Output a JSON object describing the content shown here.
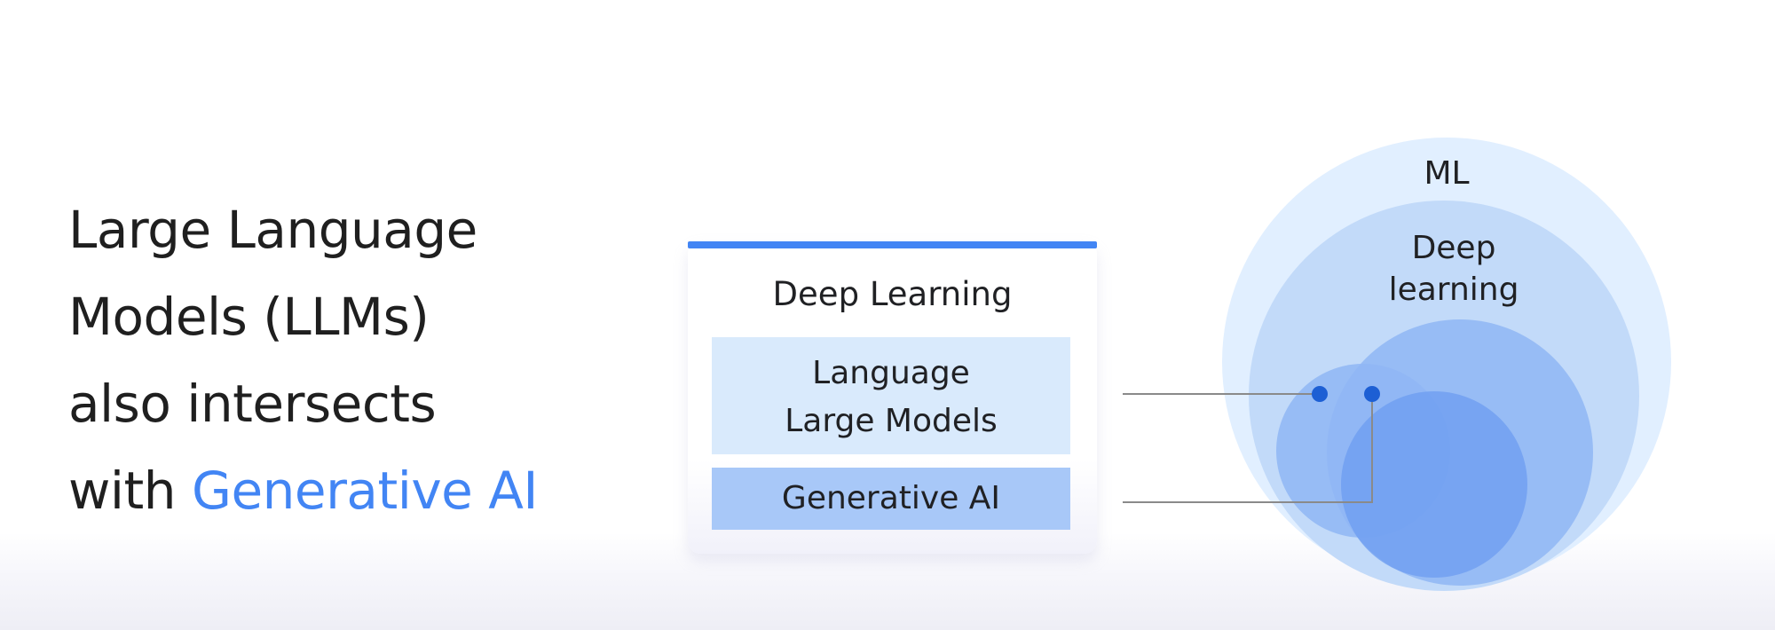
{
  "headline": {
    "line1": "Large Language",
    "line2": "Models (LLMs)",
    "line3": "also intersects",
    "line4_prefix": "with ",
    "line4_highlight": "Generative AI"
  },
  "stack": {
    "title": "Deep Learning",
    "llm_line1": "Language",
    "llm_line2": "Large Models",
    "genai": "Generative AI"
  },
  "venn": {
    "ml": "ML",
    "deep_line1": "Deep",
    "deep_line2": "learning"
  },
  "colors": {
    "accent": "#4285f4",
    "text": "#202124",
    "llm_box": "#d9eafc",
    "genai_box": "#a8c8f8",
    "ml_circle": "#e1efff",
    "deep_circle": "#c2daf9",
    "connector": "#8a8a8a",
    "dot": "#1d5fd4"
  }
}
